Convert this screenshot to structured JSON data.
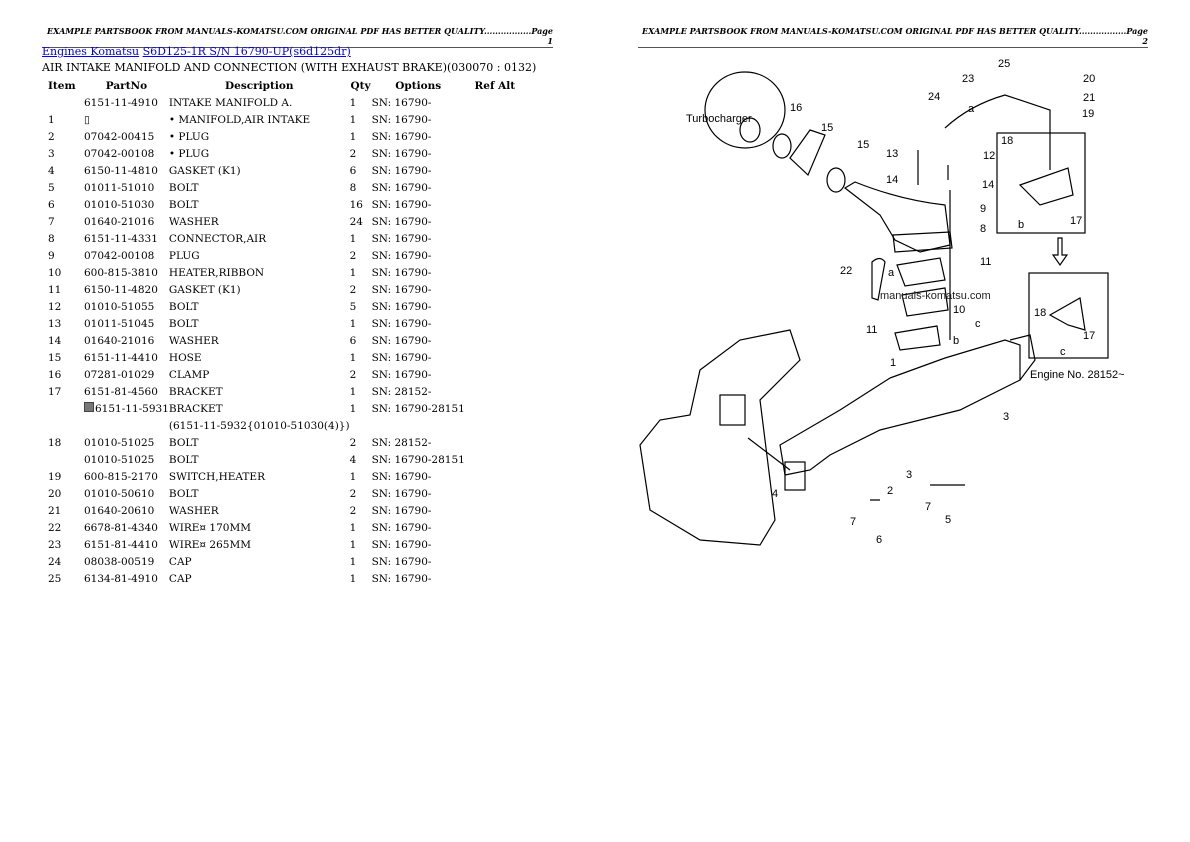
{
  "page_headers": [
    "EXAMPLE PARTSBOOK FROM MANUALS-KOMATSU.COM ORIGINAL PDF HAS BETTER QUALITY.................Page 1",
    "EXAMPLE PARTSBOOK FROM MANUALS-KOMATSU.COM ORIGINAL PDF HAS BETTER QUALITY.................Page 2"
  ],
  "breadcrumb": {
    "link1": "Engines Komatsu",
    "link2": "S6D125-1R S/N 16790-UP(s6d125dr)"
  },
  "section_title": "AIR INTAKE MANIFOLD AND CONNECTION (WITH EXHAUST BRAKE)(030070 : 0132)",
  "columns": [
    "Item",
    "PartNo",
    "Description",
    "Qty",
    "Options",
    "Ref Alt"
  ],
  "rows": [
    [
      "",
      "6151-11-4910",
      "INTAKE MANIFOLD A.",
      "1",
      "SN: 16790-"
    ],
    [
      "1",
      "▯",
      "• MANIFOLD,AIR INTAKE",
      "1",
      "SN: 16790-"
    ],
    [
      "2",
      "07042-00415",
      "• PLUG",
      "1",
      "SN: 16790-"
    ],
    [
      "3",
      "07042-00108",
      "• PLUG",
      "2",
      "SN: 16790-"
    ],
    [
      "4",
      "6150-11-4810",
      "GASKET (K1)",
      "6",
      "SN: 16790-"
    ],
    [
      "5",
      "01011-51010",
      "BOLT",
      "8",
      "SN: 16790-"
    ],
    [
      "6",
      "01010-51030",
      "BOLT",
      "16",
      "SN: 16790-"
    ],
    [
      "7",
      "01640-21016",
      "WASHER",
      "24",
      "SN: 16790-"
    ],
    [
      "8",
      "6151-11-4331",
      "CONNECTOR,AIR",
      "1",
      "SN: 16790-"
    ],
    [
      "9",
      "07042-00108",
      "PLUG",
      "2",
      "SN: 16790-"
    ],
    [
      "10",
      "600-815-3810",
      "HEATER,RIBBON",
      "1",
      "SN: 16790-"
    ],
    [
      "11",
      "6150-11-4820",
      "GASKET (K1)",
      "2",
      "SN: 16790-"
    ],
    [
      "12",
      "01010-51055",
      "BOLT",
      "5",
      "SN: 16790-"
    ],
    [
      "13",
      "01011-51045",
      "BOLT",
      "1",
      "SN: 16790-"
    ],
    [
      "14",
      "01640-21016",
      "WASHER",
      "6",
      "SN: 16790-"
    ],
    [
      "15",
      "6151-11-4410",
      "HOSE",
      "1",
      "SN: 16790-"
    ],
    [
      "16",
      "07281-01029",
      "CLAMP",
      "2",
      "SN: 16790-"
    ],
    [
      "17",
      "6151-81-4560",
      "BRACKET",
      "1",
      "SN: 28152-"
    ],
    [
      "",
      "6151-11-5931",
      "BRACKET",
      "1",
      "SN: 16790-28151"
    ],
    [
      "",
      "",
      "(6151-11-5932{01010-51030(4)})",
      "",
      ""
    ],
    [
      "18",
      "01010-51025",
      "BOLT",
      "2",
      "SN: 28152-"
    ],
    [
      "",
      "01010-51025",
      "BOLT",
      "4",
      "SN: 16790-28151"
    ],
    [
      "19",
      "600-815-2170",
      "SWITCH,HEATER",
      "1",
      "SN: 16790-"
    ],
    [
      "20",
      "01010-50610",
      "BOLT",
      "2",
      "SN: 16790-"
    ],
    [
      "21",
      "01640-20610",
      "WASHER",
      "2",
      "SN: 16790-"
    ],
    [
      "22",
      "6678-81-4340",
      "WIRE¤ 170MM",
      "1",
      "SN: 16790-"
    ],
    [
      "23",
      "6151-81-4410",
      "WIRE¤ 265MM",
      "1",
      "SN: 16790-"
    ],
    [
      "24",
      "08038-00519",
      "CAP",
      "1",
      "SN: 16790-"
    ],
    [
      "25",
      "6134-81-4910",
      "CAP",
      "1",
      "SN: 16790-"
    ]
  ],
  "diagram": {
    "turbo_label": "Turbocharger",
    "watermark": "manuals-komatsu.com",
    "engine_no": "Engine No. 28152~",
    "callouts": [
      "25",
      "23",
      "24",
      "20",
      "21",
      "19",
      "16",
      "15",
      "15",
      "13",
      "12",
      "14",
      "14",
      "9",
      "8",
      "18",
      "17",
      "b",
      "a",
      "11",
      "22",
      "a",
      "10",
      "11",
      "c",
      "b",
      "1",
      "3",
      "3",
      "2",
      "4",
      "7",
      "6",
      "7",
      "5",
      "18",
      "17",
      "c"
    ]
  }
}
